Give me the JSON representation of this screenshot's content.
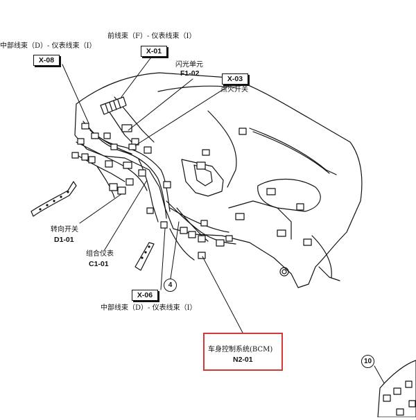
{
  "labels": {
    "mid_harness_top": "中部线束（D）- 仪表线束（I）",
    "front_harness": "前线束（F）- 仪表线束（I）",
    "x01": "X-01",
    "x08": "X-08",
    "flasher_name": "闪光单元",
    "flasher_code": "F1-02",
    "x03": "X-03",
    "ignition_switch": "点火开关",
    "turn_switch_name": "转向开关",
    "turn_switch_code": "D1-01",
    "cluster_name": "组合仪表",
    "cluster_code": "C1-01",
    "x06": "X-06",
    "circle_4": "4",
    "mid_harness_bottom": "中部线束（D）- 仪表线束（I）",
    "bcm_name": "车身控制系统(BCM)",
    "bcm_code": "N2-01",
    "circle_10": "10"
  },
  "colors": {
    "line": "#111111",
    "highlight": "#d0393a"
  }
}
